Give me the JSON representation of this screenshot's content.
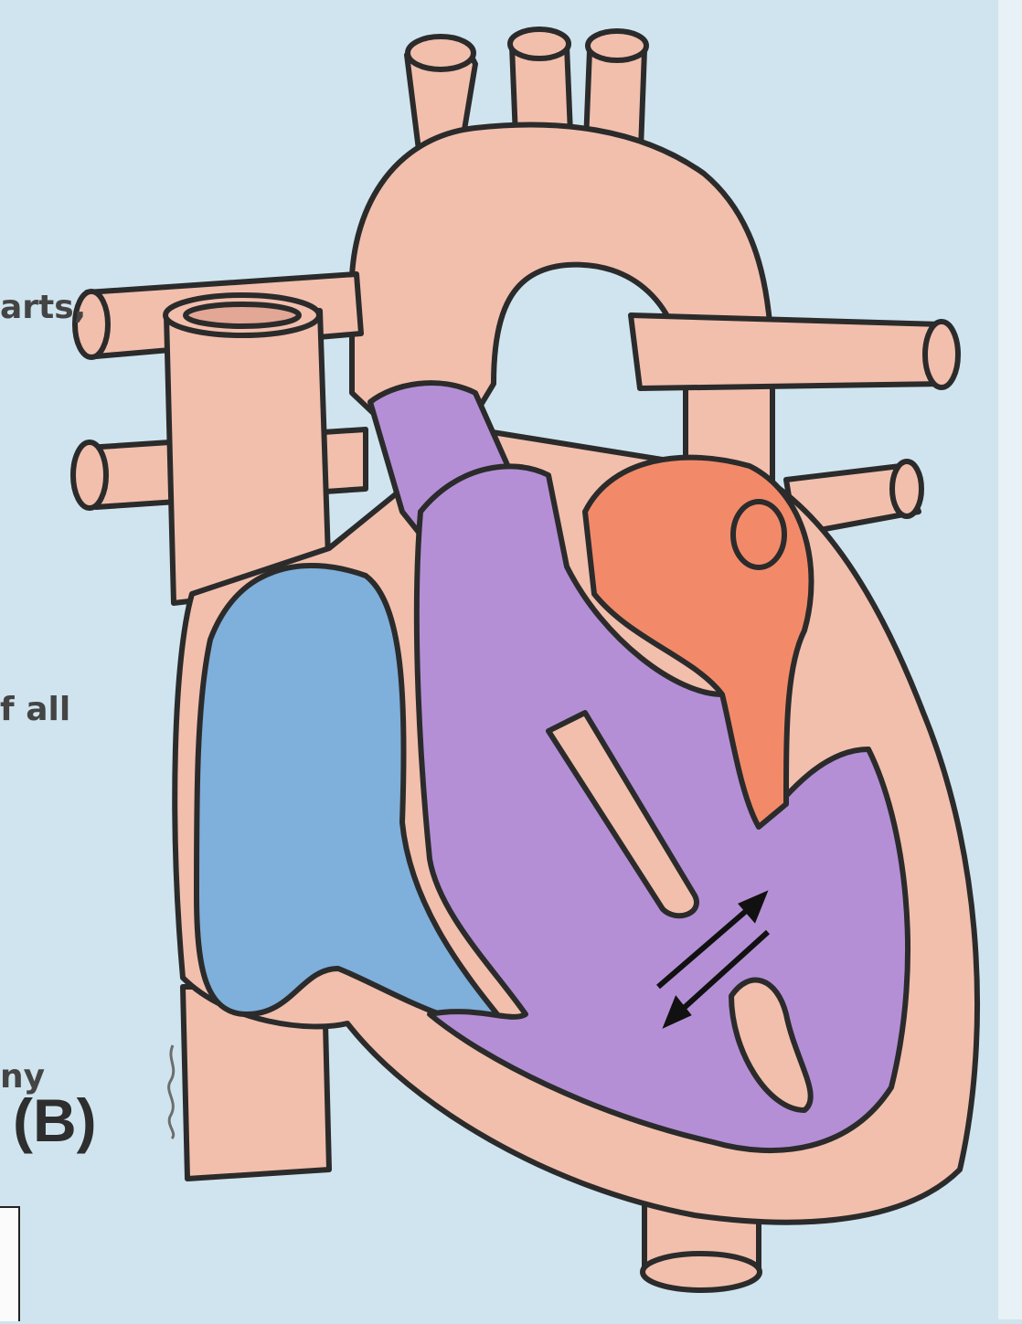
{
  "diagram": {
    "panel_label": "(B)",
    "text_fragments": [
      "arts,",
      "f all",
      "ny"
    ],
    "colors": {
      "background": "#cfe4ee",
      "vessel_tissue": "#f2bfad",
      "deoxygenated": "#7fafdb",
      "mixed": "#b48fd6",
      "oxygenated": "#f28a6a",
      "outline": "#2b2b2b"
    }
  }
}
